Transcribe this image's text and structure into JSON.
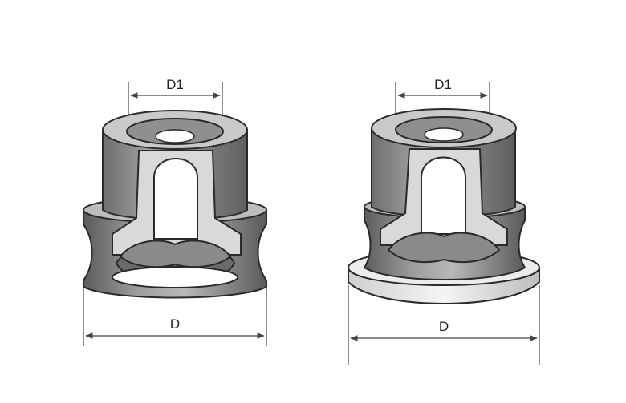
{
  "diagram": {
    "left_part": {
      "label_top": "D1",
      "label_bottom": "D"
    },
    "right_part": {
      "label_top": "D1",
      "label_bottom": "D"
    }
  },
  "colors": {
    "body_dark": "#7d7d7d",
    "body_mid": "#9a9a9a",
    "body_light": "#cfcfcf",
    "face_light": "#e9e9e9",
    "outline": "#2a2a2a",
    "dimension": "#444444"
  }
}
